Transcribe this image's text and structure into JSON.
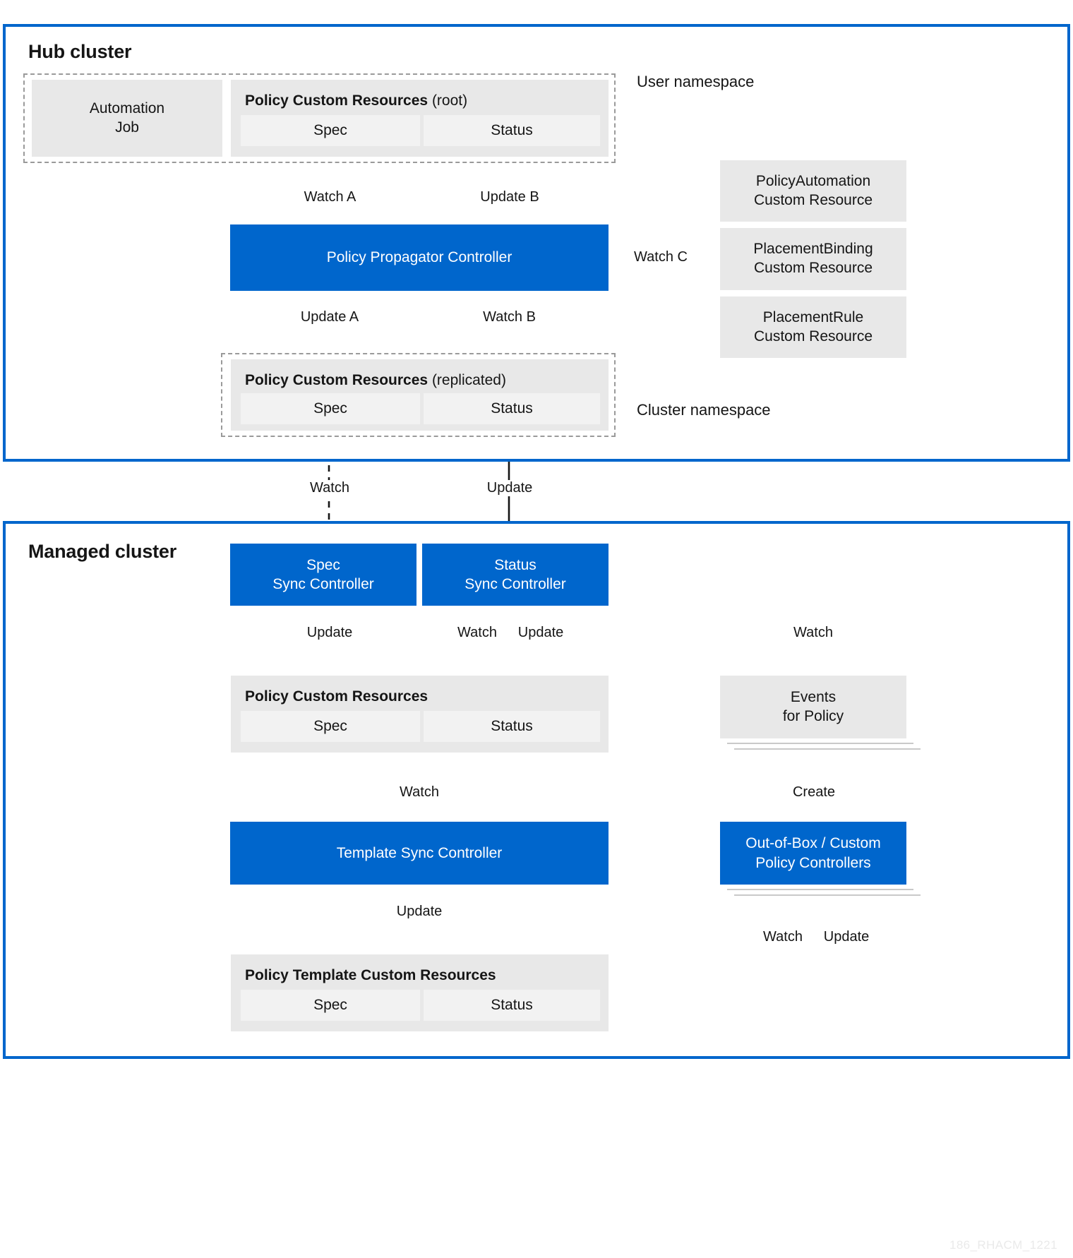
{
  "diagram": {
    "watermark": "186_RHACM_1221",
    "accent_color": "#0066CC",
    "panel_color": "#e8e8e8",
    "subbox_color": "#f2f2f2"
  },
  "hub": {
    "title": "Hub cluster",
    "user_namespace_label": "User namespace",
    "cluster_namespace_label": "Cluster namespace",
    "automation_job": {
      "line1": "Automation",
      "line2": "Job"
    },
    "policy_cr_root": {
      "title": "Policy Custom Resources",
      "qualifier": "(root)",
      "spec": "Spec",
      "status": "Status"
    },
    "policy_cr_replicated": {
      "title": "Policy Custom Resources",
      "qualifier": "(replicated)",
      "spec": "Spec",
      "status": "Status"
    },
    "propagator": "Policy Propagator Controller",
    "right_resources": [
      {
        "line1": "PolicyAutomation",
        "line2": "Custom Resource"
      },
      {
        "line1": "PlacementBinding",
        "line2": "Custom Resource"
      },
      {
        "line1": "PlacementRule",
        "line2": "Custom Resource"
      }
    ],
    "edges": {
      "watch_a": "Watch A",
      "update_b": "Update B",
      "update_a": "Update A",
      "watch_b": "Watch B",
      "watch_c": "Watch C"
    }
  },
  "bridge": {
    "watch": "Watch",
    "update": "Update"
  },
  "managed": {
    "title": "Managed cluster",
    "spec_sync": {
      "line1": "Spec",
      "line2": "Sync Controller"
    },
    "status_sync": {
      "line1": "Status",
      "line2": "Sync Controller"
    },
    "policy_cr": {
      "title": "Policy Custom Resources",
      "spec": "Spec",
      "status": "Status"
    },
    "template_sync": "Template Sync Controller",
    "policy_template_cr": {
      "title": "Policy Template Custom Resources",
      "spec": "Spec",
      "status": "Status"
    },
    "events": {
      "line1": "Events",
      "line2": "for Policy"
    },
    "policy_controllers": {
      "line1": "Out-of-Box / Custom",
      "line2": "Policy Controllers"
    },
    "edges": {
      "spec_update": "Update",
      "status_watch": "Watch",
      "status_update": "Update",
      "events_watch": "Watch",
      "template_watch": "Watch",
      "template_update": "Update",
      "create": "Create",
      "ctrl_watch": "Watch",
      "ctrl_update": "Update"
    }
  }
}
